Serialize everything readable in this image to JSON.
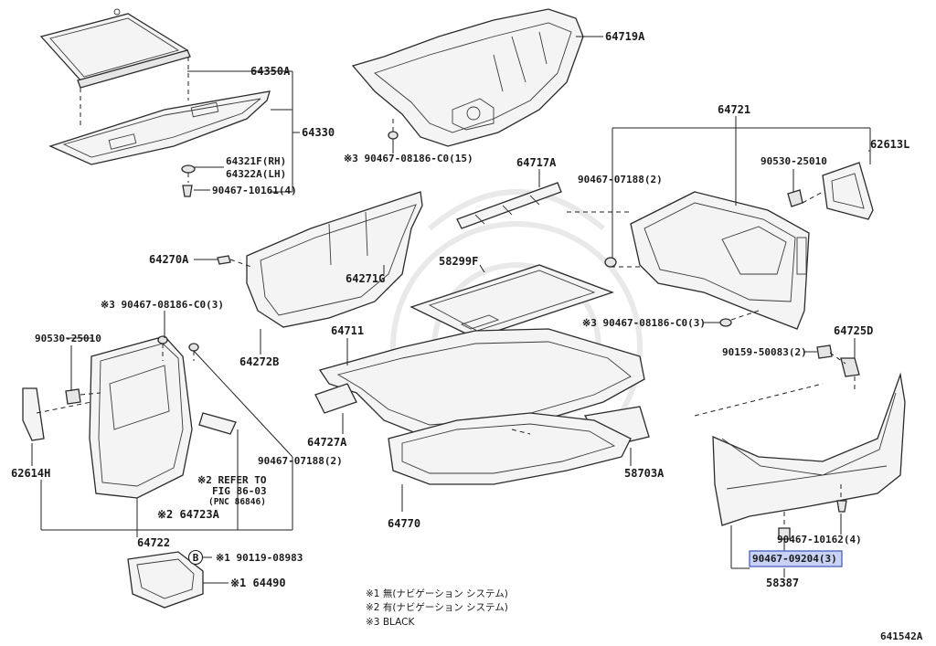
{
  "diagram": {
    "labels": {
      "p64719A": "64719A",
      "p64350A": "64350A",
      "p64330": "64330",
      "p64321F": "64321F(RH)",
      "p64322A": "64322A(LH)",
      "p9046710161": "90467-10161(4)",
      "p9046708186_top": "※3 90467-08186-C0(15)",
      "p64717A": "64717A",
      "p9046707188_right": "90467-07188(2)",
      "p64721": "64721",
      "p9053025010_right": "90530-25010",
      "p62613L": "62613L",
      "p64270A": "64270A",
      "p64271G": "64271G",
      "p58299F": "58299F",
      "p9046708186_left": "※3 90467-08186-C0(3)",
      "p9053025010_left": "90530-25010",
      "p64272B": "64272B",
      "p64711": "64711",
      "p9046708186_mid": "※3 90467-08186-C0(3)",
      "p64725D": "64725D",
      "p9015950083": "90159-50083(2)",
      "p62614H": "62614H",
      "p64727A": "64727A",
      "p9046707188_left": "90467-07188(2)",
      "p58703A": "58703A",
      "refer1": "※2 REFER TO",
      "refer2": "FIG 86-03",
      "refer3": "(PNC 86846)",
      "p64723A": "※2 64723A",
      "p64770": "64770",
      "p9046710162": "90467-10162(4)",
      "p64722": "64722",
      "p9046709204": "90467-09204(3)",
      "p58387": "58387",
      "pB": "B",
      "p9011908983": "※1 90119-08983",
      "p64490": "※1 64490"
    },
    "notes": [
      "※1 無(ナビゲーション システム)",
      "※2 有(ナビゲーション システム)",
      "※3 BLACK"
    ],
    "figure_code": "641542A",
    "colors": {
      "highlight_fill": "#c7d2f5",
      "highlight_stroke": "#4a5fc1",
      "line": "#222222"
    }
  }
}
